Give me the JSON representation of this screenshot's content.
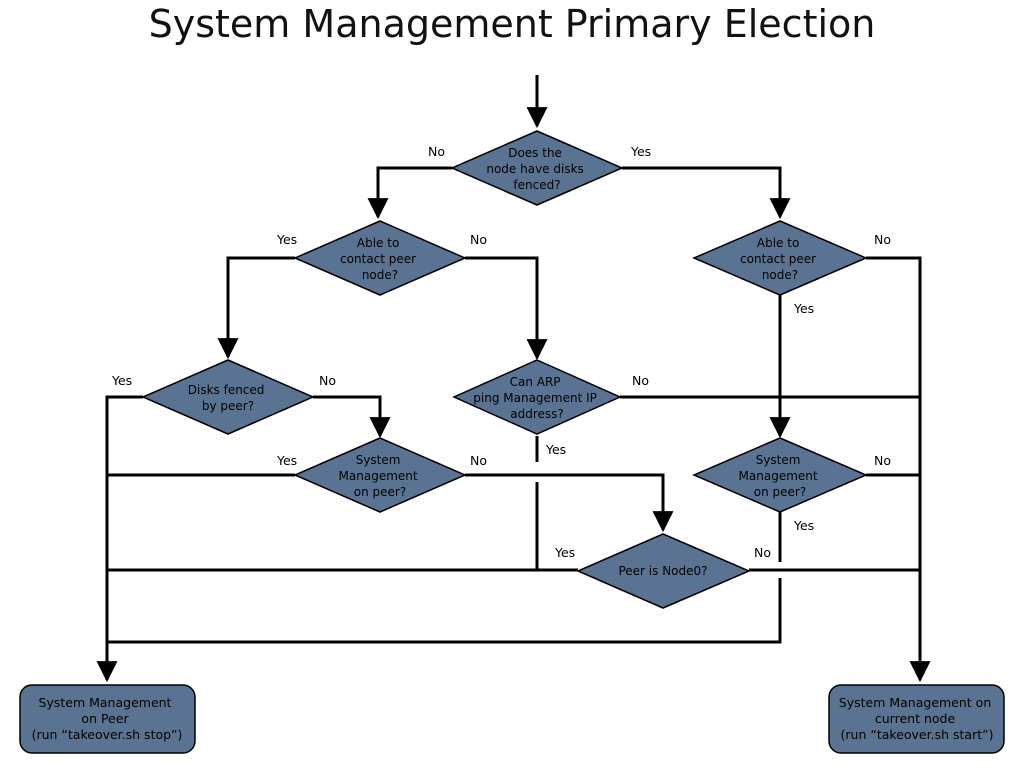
{
  "title": "System Management Primary Election",
  "decisions": {
    "disks_fenced": [
      "Does the",
      "node have disks",
      "fenced?"
    ],
    "contact_peer_left": [
      "Able to",
      "contact peer",
      "node?"
    ],
    "contact_peer_right": [
      "Able to",
      "contact peer",
      "node?"
    ],
    "disks_fenced_by_peer": [
      "Disks fenced",
      "by peer?"
    ],
    "arp_ping": [
      "Can ARP",
      "ping Management IP",
      "address?"
    ],
    "sysmgmt_on_peer_left": [
      "System",
      "Management",
      "on peer?"
    ],
    "sysmgmt_on_peer_right": [
      "System",
      "Management",
      "on peer?"
    ],
    "peer_is_node0": [
      "Peer is Node0?"
    ]
  },
  "outcomes": {
    "on_peer": [
      "System Management",
      "on Peer",
      "(run “takeover.sh stop”)"
    ],
    "on_current": [
      "System Management on",
      "current node",
      "(run “takeover.sh start”)"
    ]
  },
  "edge_labels": {
    "yes": "Yes",
    "no": "No"
  },
  "colors": {
    "shape_fill": "#5b7392",
    "line": "#000000"
  }
}
